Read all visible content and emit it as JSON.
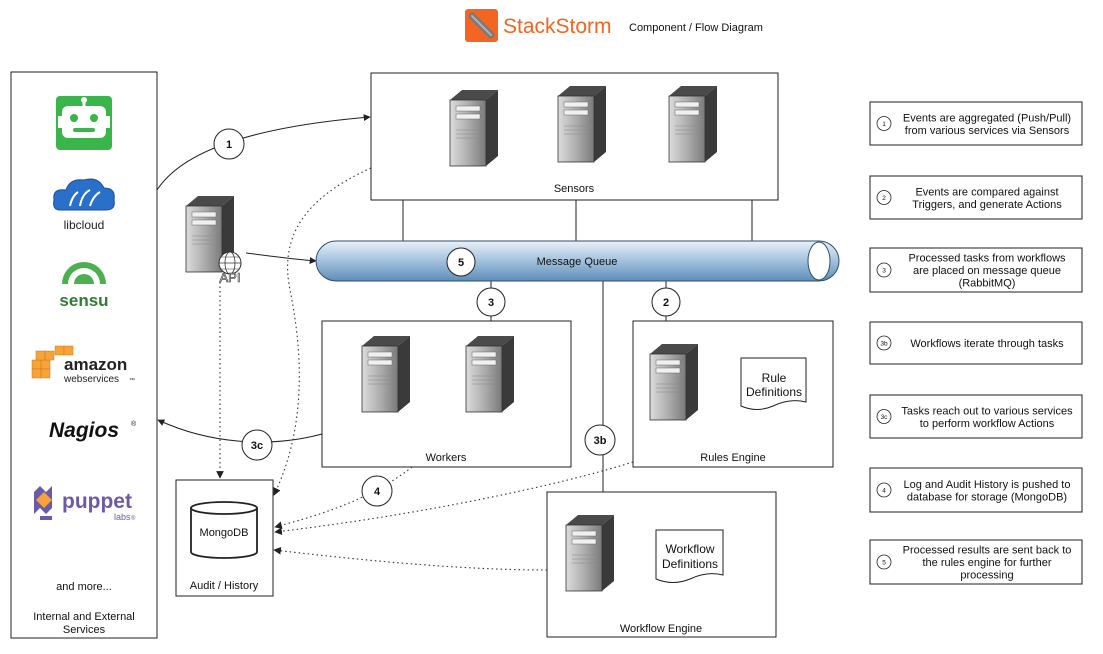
{
  "header": {
    "brand": "StackStorm",
    "subtitle": "Component / Flow Diagram"
  },
  "services": {
    "logos": {
      "libcloud": "libcloud",
      "sensu": "sensu",
      "amazon_main": "amazon",
      "amazon_sub": "webservices",
      "amazon_tm": "™",
      "nagios": "Nagios",
      "nagios_reg": "®",
      "puppet_main": "puppet",
      "puppet_sub": "labs",
      "puppet_reg": "®"
    },
    "more": "and more...",
    "caption_line1": "Internal and External",
    "caption_line2": "Services"
  },
  "components": {
    "sensors": "Sensors",
    "message_queue": "Message Queue",
    "workers": "Workers",
    "rules_engine": "Rules Engine",
    "rule_definitions": [
      "Rule",
      "Definitions"
    ],
    "workflow_engine": "Workflow Engine",
    "workflow_definitions": [
      "Workflow",
      "Definitions"
    ],
    "audit": "Audit / History",
    "mongodb": "MongoDB",
    "api": "API"
  },
  "flow_numbers": {
    "n1": "1",
    "n2": "2",
    "n3": "3",
    "n3b": "3b",
    "n3c": "3c",
    "n4": "4",
    "n5": "5"
  },
  "steps": [
    {
      "num": "1",
      "lines": [
        "Events are aggregated (Push/Pull)",
        "from various services via Sensors"
      ]
    },
    {
      "num": "2",
      "lines": [
        "Events are compared against",
        "Triggers, and generate Actions"
      ]
    },
    {
      "num": "3",
      "lines": [
        "Processed tasks from workflows",
        "are placed on message queue",
        "(RabbitMQ)"
      ]
    },
    {
      "num": "3b",
      "lines": [
        "Workflows iterate through tasks"
      ]
    },
    {
      "num": "3c",
      "lines": [
        "Tasks reach out to various services",
        "to perform workflow Actions"
      ]
    },
    {
      "num": "4",
      "lines": [
        "Log and Audit History is pushed to",
        "database for storage (MongoDB)"
      ]
    },
    {
      "num": "5",
      "lines": [
        "Processed results are sent back to",
        "the rules engine for further",
        "processing"
      ]
    }
  ],
  "colors": {
    "brand_orange": "#f26522",
    "robot_green": "#3ab54a",
    "libcloud_blue": "#2a6fc9",
    "sensu_green": "#4caf50",
    "amazon_orange": "#f7a33a",
    "puppet_purple": "#6a5aa8",
    "queue_blue": "#8fb4d4"
  }
}
